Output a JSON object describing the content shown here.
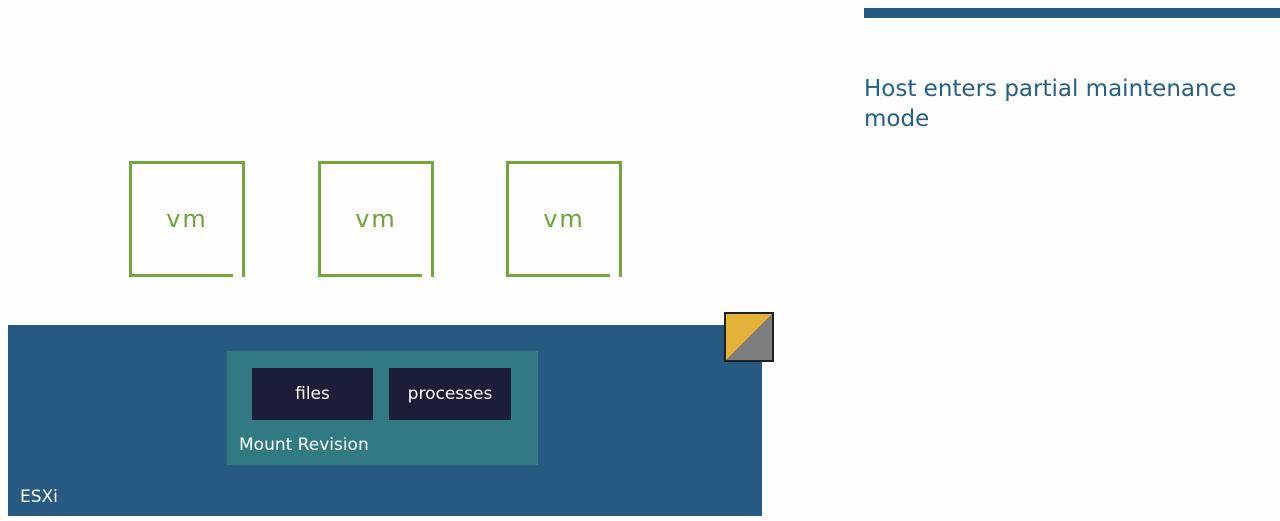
{
  "vms": [
    {
      "label": "vm"
    },
    {
      "label": "vm"
    },
    {
      "label": "vm"
    }
  ],
  "host": {
    "label": "ESXi",
    "mount": {
      "label": "Mount Revision",
      "items": [
        {
          "label": "files"
        },
        {
          "label": "processes"
        }
      ]
    },
    "status_indicator": {
      "colors": [
        "#e6b33a",
        "#7d7d7d"
      ],
      "state": "partial maintenance"
    }
  },
  "caption": {
    "text": "Host enters partial maintenance mode"
  },
  "colors": {
    "vm_outline": "#72a83a",
    "host": "#265a82",
    "mount": "#327a82",
    "chip": "#1b1e36",
    "caption": "#245f86"
  }
}
